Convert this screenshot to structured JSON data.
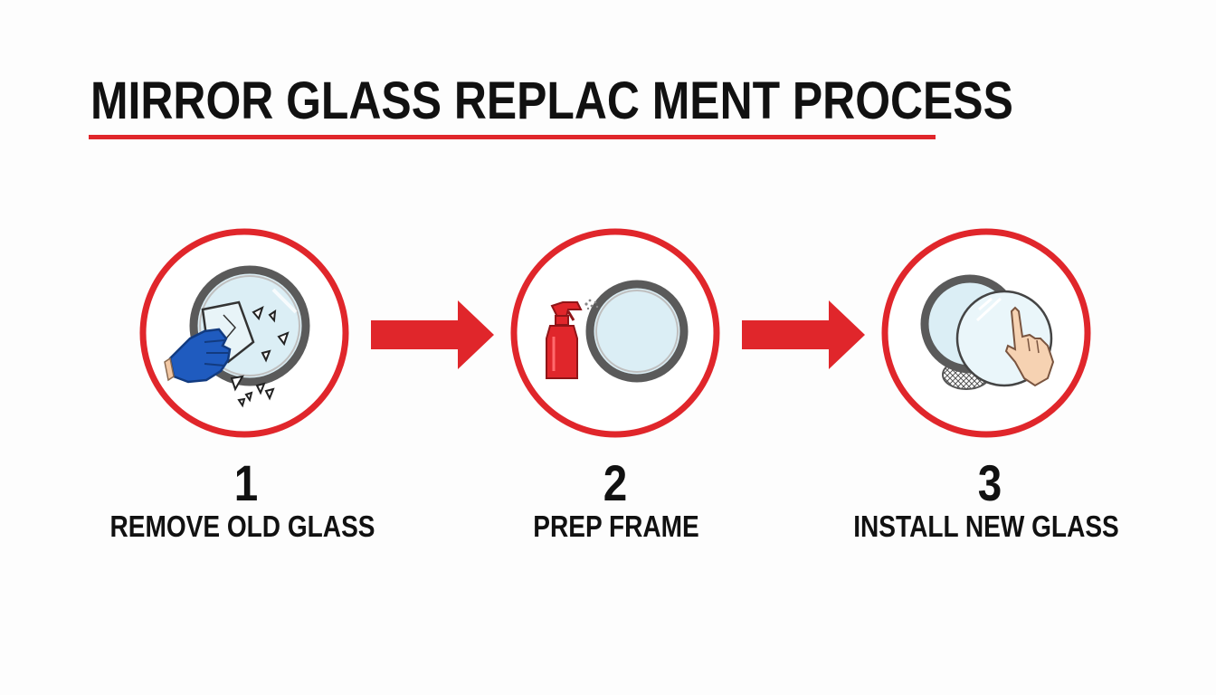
{
  "title": "MIRROR GLASS REPLAC MENT PROCESS",
  "colors": {
    "accent": "#e0262b",
    "text": "#111111",
    "glass": "#dbeef5",
    "frame": "#5a5a5a",
    "glove": "#1f5bbf"
  },
  "steps": [
    {
      "number": "1",
      "label": "REMOVE OLD GLASS",
      "icon": "gloved-hand-removing-broken-glass-icon"
    },
    {
      "number": "2",
      "label": "PREP FRAME",
      "icon": "spray-bottle-cleaning-frame-icon"
    },
    {
      "number": "3",
      "label": "INSTALL NEW GLASS",
      "icon": "hand-placing-new-glass-icon"
    }
  ],
  "connectors": [
    "right-arrow-icon",
    "right-arrow-icon"
  ]
}
